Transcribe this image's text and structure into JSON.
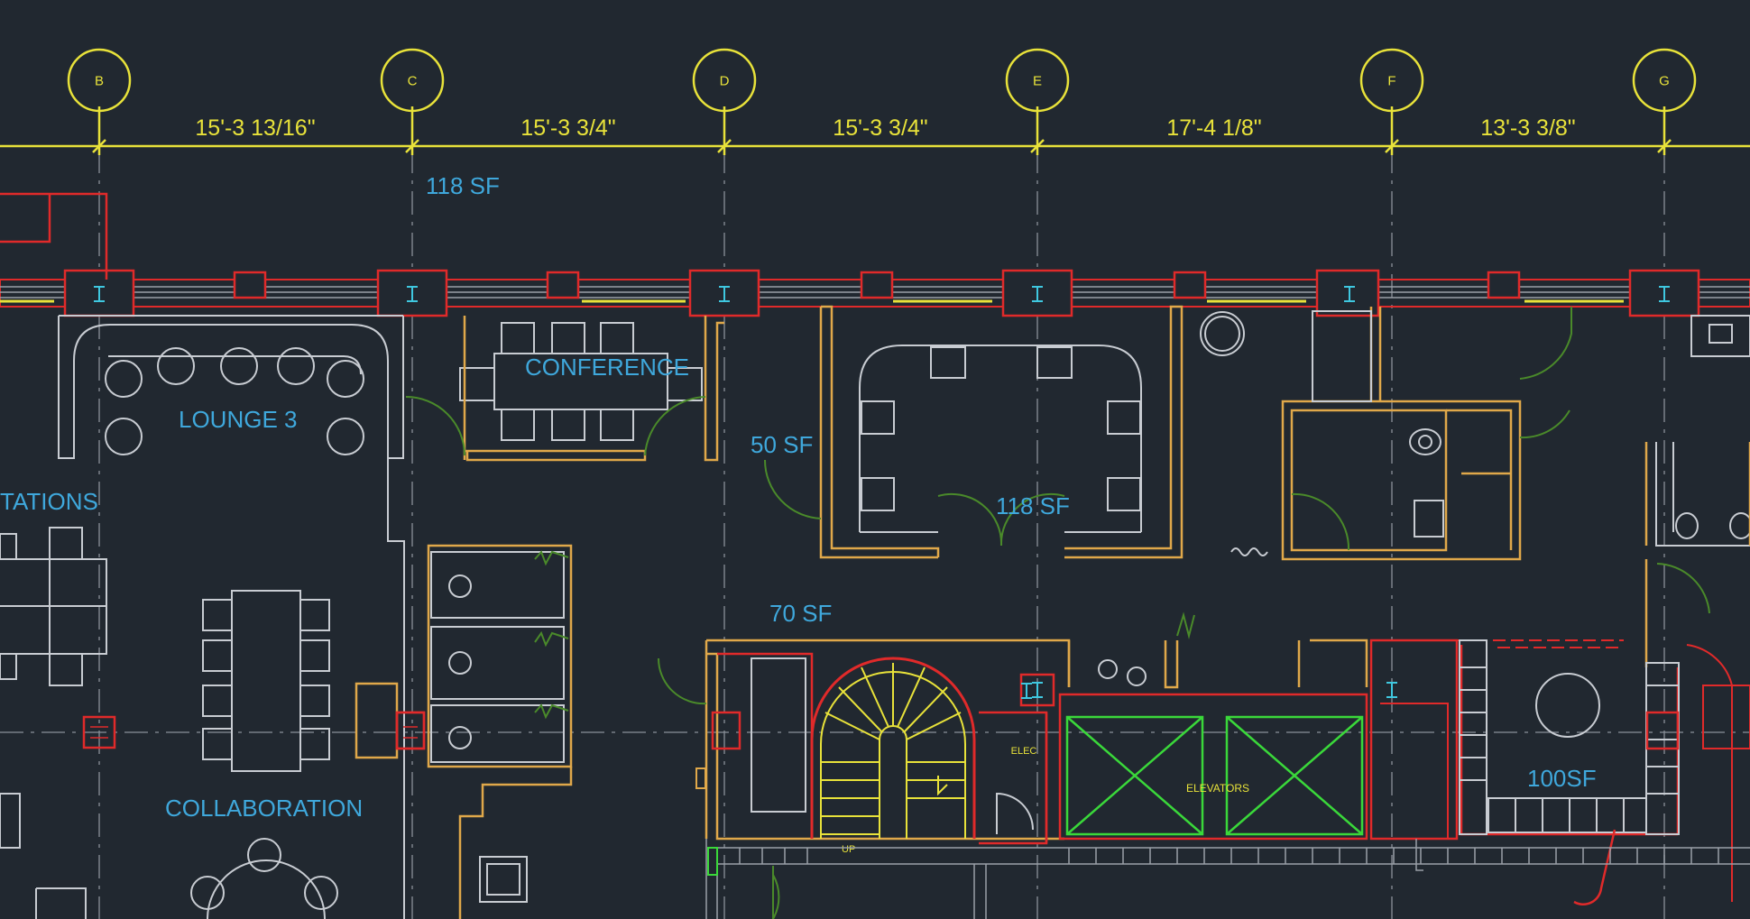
{
  "grid_bubbles": [
    "B",
    "C",
    "D",
    "E",
    "F",
    "G"
  ],
  "dimensions": [
    "15'-3 13/16\"",
    "15'-3 3/4\"",
    "15'-3 3/4\"",
    "17'-4 1/8\"",
    "13'-3 3/8\""
  ],
  "rooms": {
    "area_top": "118 SF",
    "lounge": "LOUNGE 3",
    "conference": "CONFERENCE",
    "area_50": "50 SF",
    "area_118": "118 SF",
    "workstations": "TATIONS",
    "area_70": "70 SF",
    "collaboration": "COLLABORATION",
    "area_100": "100SF"
  },
  "tags": {
    "elec": "ELEC",
    "elevators": "ELEVATORS",
    "up": "UP"
  },
  "colors": {
    "background": "#212830",
    "grid": "#e8e23a",
    "wall": "#e02a2a",
    "partition": "#e0a84a",
    "furniture": "#c8ccd2",
    "door": "#4a8a2a",
    "elevator": "#3ad83a",
    "label": "#3fa8dc"
  }
}
